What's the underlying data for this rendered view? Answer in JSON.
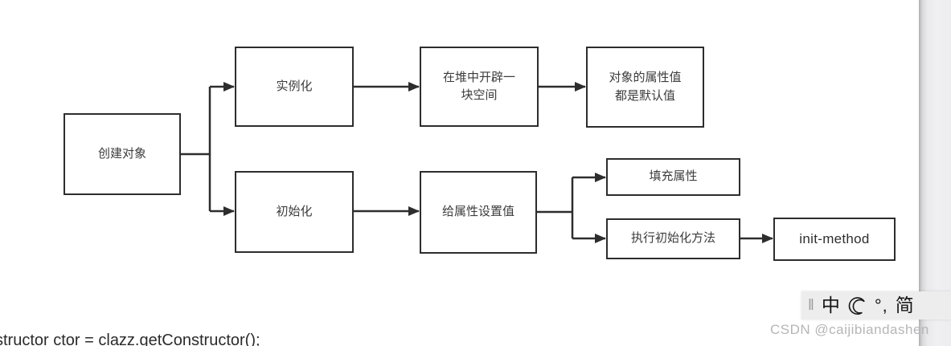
{
  "diagram": {
    "nodes": {
      "create_object": "创建对象",
      "instantiate": "实例化",
      "heap_space": "在堆中开辟一\n块空间",
      "default_values": "对象的属性值\n都是默认值",
      "initialize": "初始化",
      "set_property_values": "给属性设置值",
      "fill_properties": "填充属性",
      "exec_init_method": "执行初始化方法",
      "init_method": "init-method"
    },
    "colors": {
      "box_border": "#2d2d2d",
      "box_text": "#3c3c3c",
      "arrow": "#2d2d2d"
    }
  },
  "code_line": {
    "text": "structor ctor = clazz.getConstructor();"
  },
  "watermark": {
    "text": "CSDN @caijibiandashen"
  },
  "ime_bar": {
    "handle_icon": "‖",
    "mode_label": "中",
    "punctuation_label": "°,",
    "charset_label": "简"
  }
}
